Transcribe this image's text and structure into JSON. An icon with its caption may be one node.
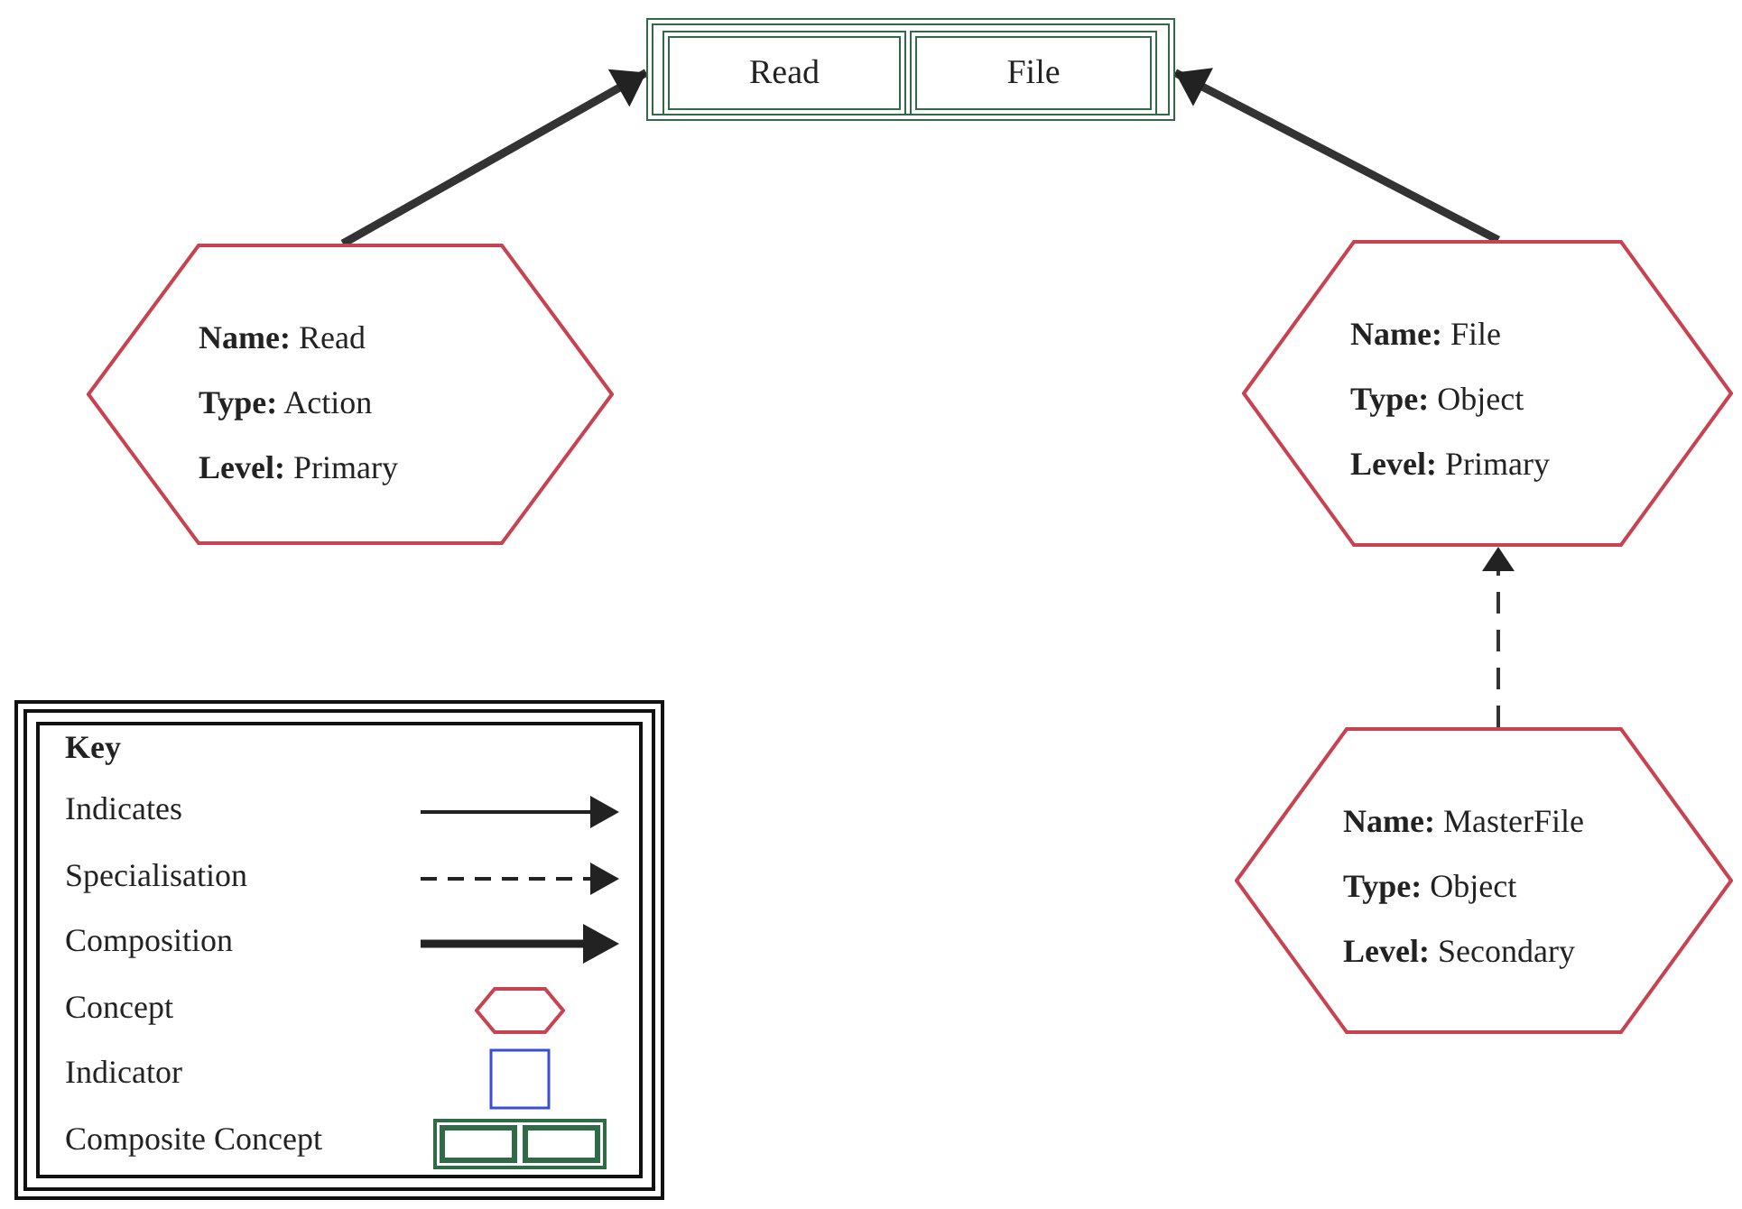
{
  "diagram": {
    "nodes": [
      {
        "text": [],
        "shape": "box"
      },
      {
        "text": [
          "Read"
        ],
        "in": 0
      },
      {
        "text": [
          "File"
        ],
        "in": 0
      },
      {
        "text": [
          "**Name:** Read",
          "**Type:** Action",
          "**Level:** Primary"
        ]
      },
      {
        "text": [
          "**Name:** File",
          "**Type:** Object",
          "**Level:** Primary"
        ]
      },
      {
        "text": [
          "**Name:** MasterFile",
          "**Type:** Object",
          "**Level:** Secondary"
        ]
      }
    ],
    "edges": [
      {
        "from": 3,
        "to": 0,
        "arrow": "to"
      },
      {
        "from": 4,
        "to": 0,
        "arrow": "to"
      },
      {
        "from": 5,
        "to": 4,
        "arrow": "to",
        "style": "dashed"
      }
    ],
    "labels": [
      "Key"
    ],
    "legend": [
      {
        "text": "Indicates"
      },
      {
        "text": "Specialisation"
      },
      {
        "text": "Composition"
      },
      {
        "text": "Concept"
      },
      {
        "text": "Indicator"
      },
      {
        "text": "Composite Concept"
      }
    ]
  }
}
